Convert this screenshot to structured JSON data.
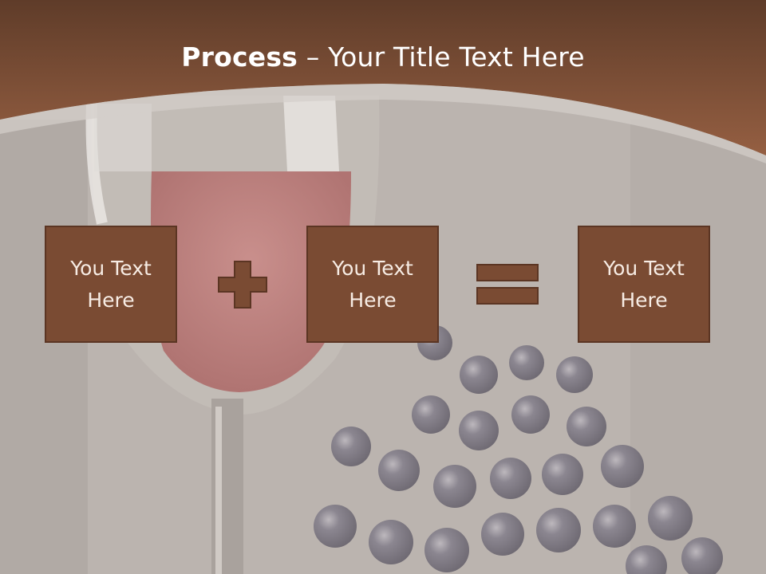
{
  "title": {
    "bold": "Process",
    "rest": " – Your Title Text Here"
  },
  "boxes": [
    {
      "text": "You Text Here"
    },
    {
      "text": "You Text Here"
    },
    {
      "text": "You Text Here"
    }
  ],
  "operators": [
    "plus",
    "equals"
  ],
  "colors": {
    "header": "#8a573f",
    "box_fill": "#7a4b33",
    "box_border": "#5b3523",
    "background": "#bdb6b1"
  }
}
